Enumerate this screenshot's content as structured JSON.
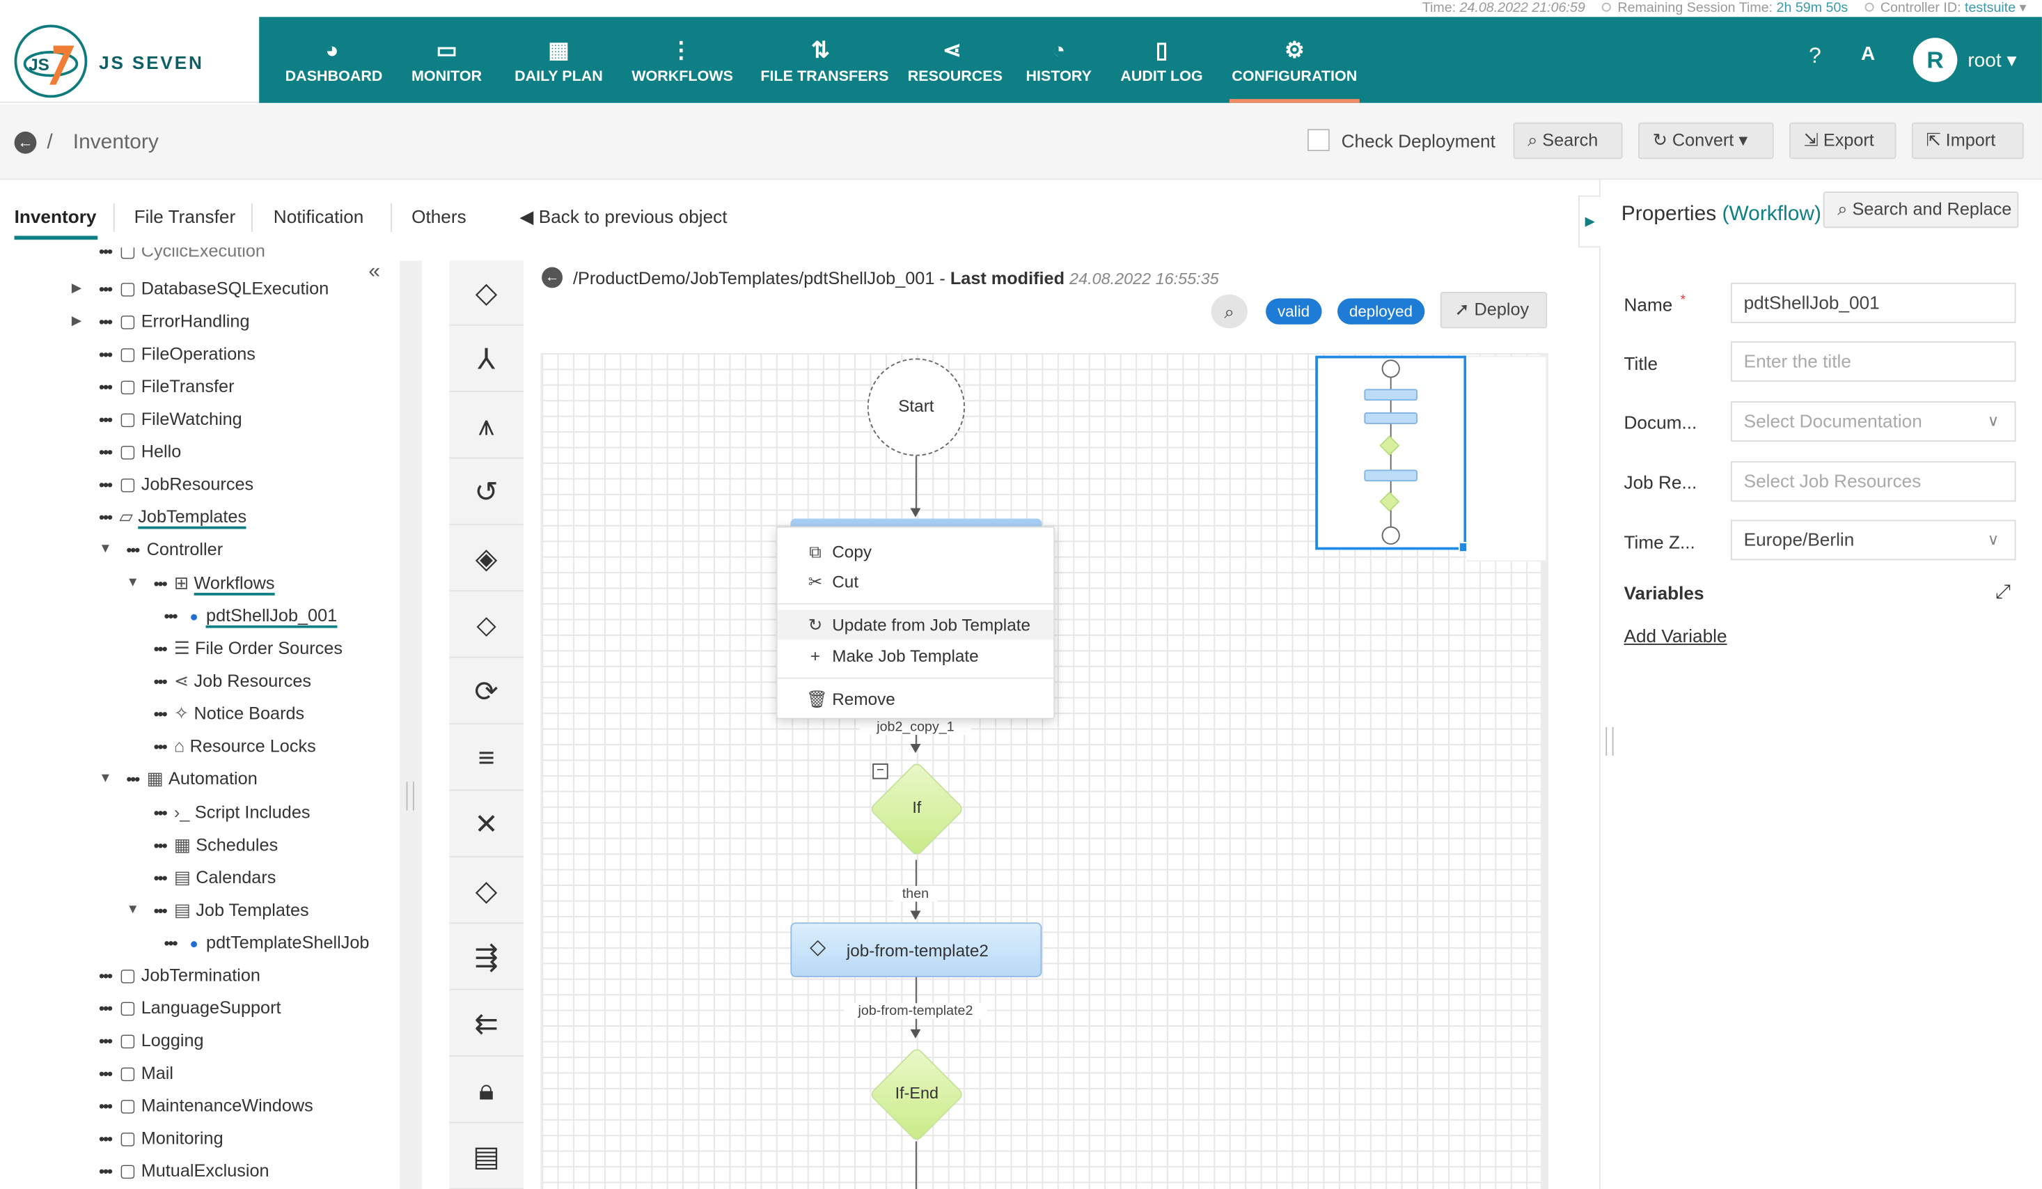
{
  "status": {
    "time_label": "Time:",
    "time_value": "24.08.2022 21:06:59",
    "session_label": "Remaining Session Time:",
    "session_value": "2h 59m 50s",
    "controller_label": "Controller ID:",
    "controller_value": "testsuite"
  },
  "brand": {
    "name": "JS SEVEN",
    "mark": "JS7",
    "accent": "#0e7f84",
    "active_underline": "#f08c64"
  },
  "nav": [
    {
      "label": "DASHBOARD",
      "icon": "palette-icon"
    },
    {
      "label": "MONITOR",
      "icon": "monitor-icon"
    },
    {
      "label": "DAILY PLAN",
      "icon": "calendar-clock-icon"
    },
    {
      "label": "WORKFLOWS",
      "icon": "workflow-icon"
    },
    {
      "label": "FILE TRANSFERS",
      "icon": "transfer-arrows-icon"
    },
    {
      "label": "RESOURCES",
      "icon": "share-icon"
    },
    {
      "label": "HISTORY",
      "icon": "alarm-clock-icon"
    },
    {
      "label": "AUDIT LOG",
      "icon": "search-doc-icon"
    },
    {
      "label": "CONFIGURATION",
      "icon": "gear-icon"
    }
  ],
  "user": {
    "initial": "R",
    "name": "root"
  },
  "breadcrumb": {
    "separator": "/",
    "title": "Inventory"
  },
  "toolbar": {
    "check_deployment": "Check Deployment",
    "search": "Search",
    "convert": "Convert",
    "export": "Export",
    "import": "Import"
  },
  "tabs": [
    "Inventory",
    "File Transfer",
    "Notification",
    "Others"
  ],
  "back_link": "Back to previous object",
  "tree": {
    "partial_top": "CyclicExecution",
    "items": [
      {
        "label": "DatabaseSQLExecution"
      },
      {
        "label": "ErrorHandling"
      },
      {
        "label": "FileOperations"
      },
      {
        "label": "FileTransfer"
      },
      {
        "label": "FileWatching"
      },
      {
        "label": "Hello"
      },
      {
        "label": "JobResources"
      },
      {
        "label": "JobTemplates"
      },
      {
        "label": "Controller"
      },
      {
        "label": "Workflows"
      },
      {
        "label": "pdtShellJob_001"
      },
      {
        "label": "File Order Sources"
      },
      {
        "label": "Job Resources"
      },
      {
        "label": "Notice Boards"
      },
      {
        "label": "Resource Locks"
      },
      {
        "label": "Automation"
      },
      {
        "label": "Script Includes"
      },
      {
        "label": "Schedules"
      },
      {
        "label": "Calendars"
      },
      {
        "label": "Job Templates"
      },
      {
        "label": "pdtTemplateShellJob"
      },
      {
        "label": "JobTermination"
      },
      {
        "label": "LanguageSupport"
      },
      {
        "label": "Logging"
      },
      {
        "label": "Mail"
      },
      {
        "label": "MaintenanceWindows"
      },
      {
        "label": "Monitoring"
      },
      {
        "label": "MutualExclusion"
      }
    ]
  },
  "editor": {
    "path": "/ProductDemo/JobTemplates/pdtShellJob_001",
    "sep": " - ",
    "modified_label": "Last modified",
    "modified_value": "24.08.2022 16:55:35",
    "badge_valid": "valid",
    "badge_deployed": "deployed",
    "deploy": "Deploy"
  },
  "workflow": {
    "start": "Start",
    "edge1": "job2_copy_1",
    "if": "If",
    "then": "then",
    "job2": "job-from-template2",
    "edge2": "job-from-template2",
    "ifend": "If-End"
  },
  "context_menu": {
    "copy": "Copy",
    "cut": "Cut",
    "update": "Update from Job Template",
    "make": "Make Job Template",
    "remove": "Remove"
  },
  "properties": {
    "title": "Properties",
    "type": "(Workflow)",
    "search_replace": "Search and Replace",
    "name_label": "Name",
    "required_mark": "*",
    "name_value": "pdtShellJob_001",
    "title_label": "Title",
    "title_placeholder": "Enter the title",
    "doc_label": "Docum...",
    "doc_placeholder": "Select Documentation",
    "jobres_label": "Job Re...",
    "jobres_placeholder": "Select Job Resources",
    "tz_label": "Time Z...",
    "tz_value": "Europe/Berlin",
    "variables": "Variables",
    "add_variable": "Add Variable"
  }
}
